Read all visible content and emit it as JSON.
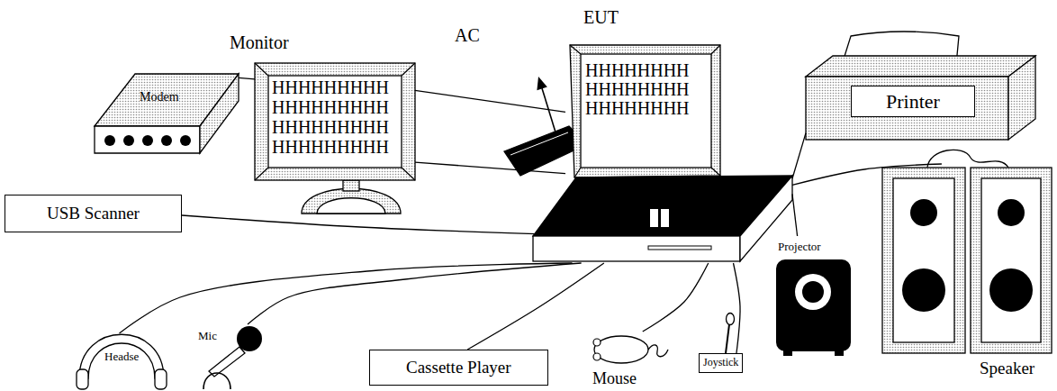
{
  "diagram": {
    "nodes": [
      {
        "text": [
          "EUT",
          "HHHHHHHH HHHHHHHH HHHHHHHH"
        ]
      },
      {
        "text": [
          "Monitor",
          "HHHHHHHHH HHHHHHHHH HHHHHHHHH HHHHHHHHH"
        ]
      },
      {
        "text": [
          "Modem"
        ]
      },
      {
        "text": [
          "Printer"
        ]
      },
      {
        "text": [
          "USB Scanner"
        ]
      },
      {
        "text": [
          "Projector"
        ]
      },
      {
        "text": [
          "Speaker"
        ]
      },
      {
        "text": [
          "Headse"
        ]
      },
      {
        "text": [
          "Mic"
        ]
      },
      {
        "text": [
          "Cassette Player"
        ]
      },
      {
        "text": [
          "Mouse"
        ]
      },
      {
        "text": [
          "Joystick"
        ]
      }
    ],
    "edges": [
      {
        "from": 2,
        "to": 1,
        "arrow": "none"
      },
      {
        "from": 1,
        "to": 0,
        "arrow": "none"
      },
      {
        "from": 1,
        "to": 0,
        "arrow": "none"
      },
      {
        "from": 0,
        "to": 3,
        "arrow": "none"
      },
      {
        "from": 0,
        "to": 4,
        "arrow": "none"
      },
      {
        "from": 0,
        "to": 5,
        "arrow": "none"
      },
      {
        "from": 0,
        "to": 6,
        "arrow": "none"
      },
      {
        "from": 0,
        "to": 7,
        "arrow": "none"
      },
      {
        "from": 0,
        "to": 8,
        "arrow": "none"
      },
      {
        "from": 0,
        "to": 9,
        "arrow": "none"
      },
      {
        "from": 0,
        "to": 10,
        "arrow": "none"
      },
      {
        "from": 0,
        "to": 11,
        "arrow": "none"
      }
    ],
    "labels": [
      "AC"
    ]
  }
}
